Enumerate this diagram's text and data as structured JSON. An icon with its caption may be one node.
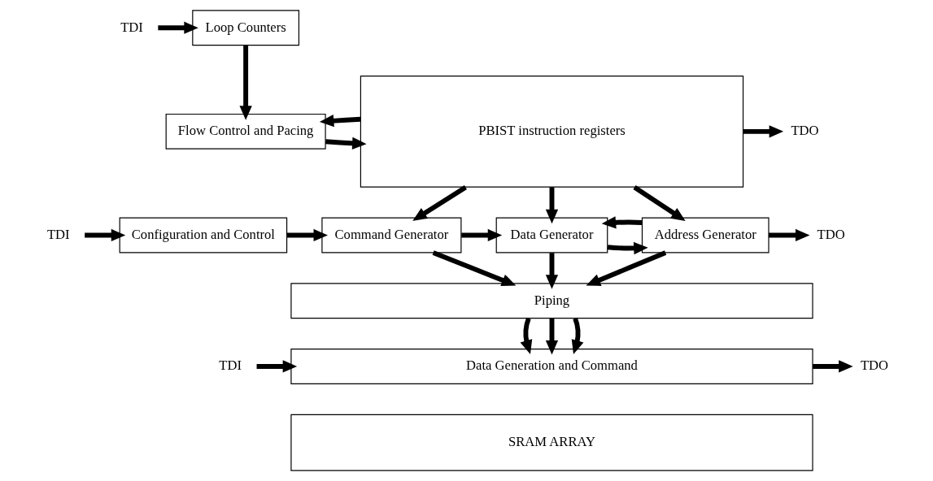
{
  "diagram": {
    "nodes": [
      {
        "text": [
          "TDI"
        ]
      },
      {
        "text": [
          "Loop Counters"
        ]
      },
      {
        "text": [
          "Flow Control and Pacing"
        ]
      },
      {
        "text": [
          "PBIST instruction registers"
        ]
      },
      {
        "text": [
          "TDO"
        ]
      },
      {
        "text": [
          "TDI"
        ]
      },
      {
        "text": [
          "Configuration and Control"
        ]
      },
      {
        "text": [
          "Command Generator"
        ]
      },
      {
        "text": [
          "Data Generator"
        ]
      },
      {
        "text": [
          "Address Generator"
        ]
      },
      {
        "text": [
          "TDO"
        ]
      },
      {
        "text": [
          "Piping"
        ]
      },
      {
        "text": [
          "TDI"
        ]
      },
      {
        "text": [
          "Data Generation and Command"
        ]
      },
      {
        "text": [
          "SRAM ARRAY"
        ]
      },
      {
        "text": [
          "TDO"
        ]
      }
    ],
    "edges": [
      {
        "from": 0,
        "to": 1,
        "arrow": "to"
      },
      {
        "from": 1,
        "to": 2,
        "arrow": "to"
      },
      {
        "from": 2,
        "to": 3,
        "arrow": "to"
      },
      {
        "from": 3,
        "to": 2,
        "arrow": "to"
      },
      {
        "from": 3,
        "to": 4,
        "arrow": "to"
      },
      {
        "from": 5,
        "to": 6,
        "arrow": "to"
      },
      {
        "from": 6,
        "to": 7,
        "arrow": "to"
      },
      {
        "from": 3,
        "to": 7,
        "arrow": "to"
      },
      {
        "from": 3,
        "to": 8,
        "arrow": "to"
      },
      {
        "from": 3,
        "to": 9,
        "arrow": "to"
      },
      {
        "from": 7,
        "to": 8,
        "arrow": "to"
      },
      {
        "from": 8,
        "to": 9,
        "arrow": "to"
      },
      {
        "from": 9,
        "to": 8,
        "arrow": "to"
      },
      {
        "from": 9,
        "to": 10,
        "arrow": "to"
      },
      {
        "from": 7,
        "to": 11,
        "arrow": "to"
      },
      {
        "from": 8,
        "to": 11,
        "arrow": "to"
      },
      {
        "from": 9,
        "to": 11,
        "arrow": "to"
      },
      {
        "from": 11,
        "to": 13,
        "arrow": "to"
      },
      {
        "from": 11,
        "to": 13,
        "arrow": "to"
      },
      {
        "from": 11,
        "to": 13,
        "arrow": "to"
      },
      {
        "from": 12,
        "to": 13,
        "arrow": "to"
      },
      {
        "from": 13,
        "to": 15,
        "arrow": "to"
      }
    ]
  }
}
